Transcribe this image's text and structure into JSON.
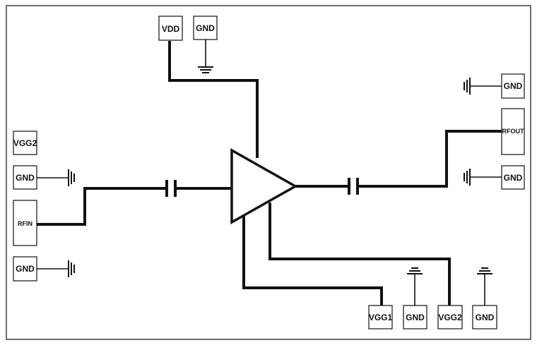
{
  "pads": {
    "vdd": "VDD",
    "gnd_top": "GND",
    "vgg2_left": "VGG2",
    "gnd_left_1": "GND",
    "rfin": "RFIN",
    "gnd_left_2": "GND",
    "gnd_right_1": "GND",
    "rfout": "RFOUT",
    "gnd_right_2": "GND",
    "vgg1_bottom": "VGG1",
    "gnd_bottom_1": "GND",
    "vgg2_bottom": "VGG2",
    "gnd_bottom_2": "GND"
  }
}
